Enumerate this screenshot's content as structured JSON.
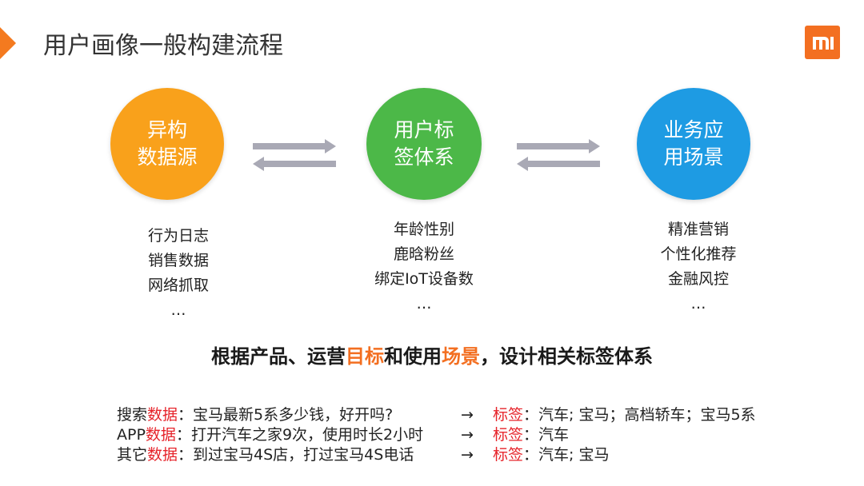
{
  "title": "用户画像一般构建流程",
  "logo_text": "mi",
  "colors": {
    "accent": "#f36f21",
    "orange_circle": "#f9a11b",
    "green_circle": "#4cb848",
    "blue_circle": "#1e9be3",
    "arrow_gray": "#a9a9b5",
    "red": "#e6242b"
  },
  "nodes": [
    {
      "line1": "异构",
      "line2": "数据源",
      "items": [
        "行为日志",
        "销售数据",
        "网络抓取",
        "…"
      ]
    },
    {
      "line1": "用户标",
      "line2": "签体系",
      "items": [
        "年龄性别",
        "鹿晗粉丝",
        "绑定IoT设备数",
        "…"
      ]
    },
    {
      "line1": "业务应",
      "line2": "用场景",
      "items": [
        "精准营销",
        "个性化推荐",
        "金融风控",
        "…"
      ]
    }
  ],
  "headline": {
    "part1": "根据产品、运营",
    "highlight1": "目标",
    "part2": "和使用",
    "highlight2": "场景",
    "part3": "，设计相关标签体系"
  },
  "examples": [
    {
      "source": "搜索",
      "keyword": "数据",
      "content": "：宝马最新5系多少钱，好开吗?",
      "arrow": "→",
      "tag_label": "标签",
      "tags": "：汽车; 宝马；高档轿车；宝马5系"
    },
    {
      "source": "APP",
      "keyword": "数据",
      "content": "：打开汽车之家9次，使用时长2小时",
      "arrow": "→",
      "tag_label": "标签",
      "tags": "：汽车"
    },
    {
      "source": "其它",
      "keyword": "数据",
      "content": "：到过宝马4S店，打过宝马4S电话",
      "arrow": "→",
      "tag_label": "标签",
      "tags": "：汽车; 宝马"
    }
  ]
}
